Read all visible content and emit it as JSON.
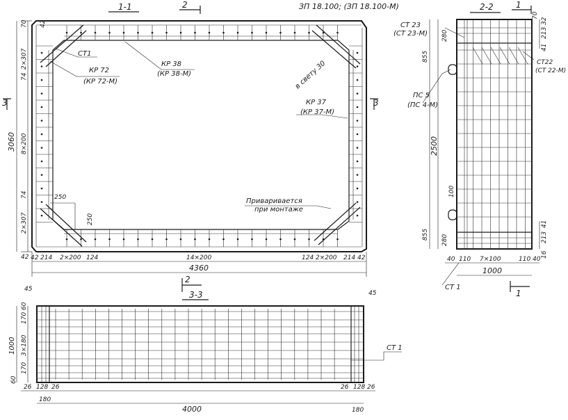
{
  "header": {
    "codes": "ЗП 18.100; (ЗП 18.100-М)"
  },
  "section_1_1": {
    "title": "1-1",
    "cut_mark_2": "2",
    "cut_mark_3": "3",
    "labels": {
      "st1": "СТ1",
      "kr72": "КР 72",
      "kr72m": "(КР 72-М)",
      "kr38": "КР 38",
      "kr38m": "(КР 38-М)",
      "kr37": "КР 37",
      "kr37m": "(КР 37-М)",
      "light_note": "в свету 30",
      "weld_note_1": "Приваривается",
      "weld_note_2": "при монтаже"
    },
    "left_dims": {
      "d70": "70",
      "d2x307_top": "2×307",
      "d74_top": "74",
      "d3060": "3060",
      "d8x200": "8×200",
      "d74_bot": "74",
      "d2x307_bot": "2×307",
      "d42": "42"
    },
    "inner_dims": {
      "d42_top": "42",
      "d250_h": "250",
      "d250_v": "250"
    },
    "bottom_dims": {
      "d42_l": "42",
      "d214_l": "214",
      "d2x200_l": "2×200",
      "d124_l": "124",
      "d14x200": "14×200",
      "d124_r": "124",
      "d2x200_r": "2×200",
      "d214_r": "214",
      "d42_r": "42",
      "total": "4360"
    }
  },
  "section_2_2": {
    "title": "2-2",
    "cut_mark": "1",
    "labels": {
      "st23": "СТ 23",
      "st23m": "(СТ 23-М)",
      "st22": "СТ22",
      "st22m": "(СТ 22-М)",
      "ps5": "ПС 5",
      "ps4m": "(ПС 4-М)",
      "st1": "СТ 1"
    },
    "left_dims": {
      "d280_top": "280",
      "d855_top": "855",
      "d2500": "2500",
      "d100": "100",
      "d855_bot": "855",
      "d280_bot": "280"
    },
    "right_dims": {
      "d70": "70",
      "d32": "32",
      "d213_top": "213",
      "d41_top": "41",
      "d41_bot": "41",
      "d213_bot": "213",
      "d16": "16"
    },
    "bottom_dims": {
      "d40_l": "40",
      "d110_l": "110",
      "d7x100": "7×100",
      "d110_r": "110",
      "d40_r": "40",
      "total": "1000"
    }
  },
  "section_3_3": {
    "title": "3-3",
    "labels": {
      "st1": "СТ 1"
    },
    "left_dims": {
      "d45_l": "45",
      "d45_r": "45",
      "d60": "60",
      "d170_top": "170",
      "d1000": "1000",
      "d3x180": "3×180",
      "d170_bot": "170",
      "d60_bot": "60"
    },
    "bottom_dims": {
      "d26_l": "26",
      "d128_l": "128",
      "d26_l2": "26",
      "d26_r": "26",
      "d128_r": "128",
      "d26_r2": "26",
      "d180_l": "180",
      "d4000": "4000",
      "d180_r": "180"
    }
  }
}
